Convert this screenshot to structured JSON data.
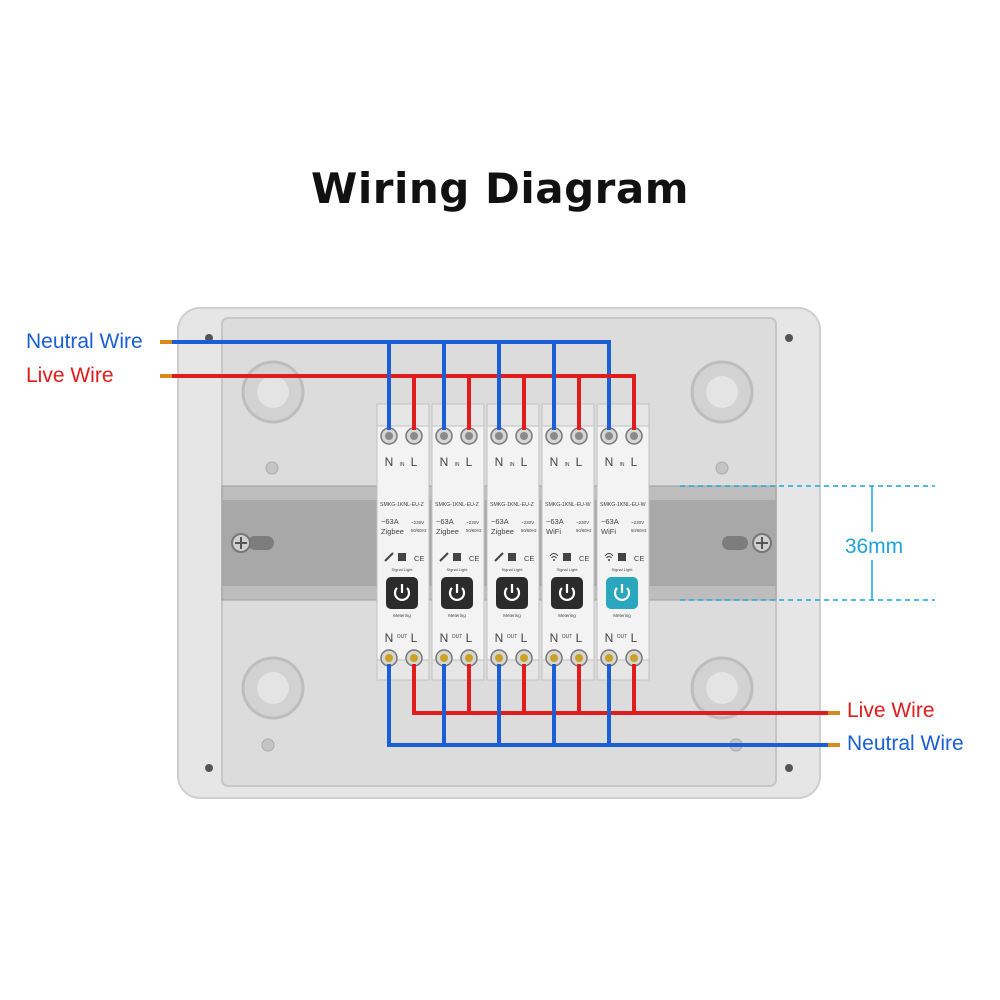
{
  "title": "Wiring Diagram",
  "labels": {
    "neutral_in": "Neutral Wire",
    "live_in": "Live Wire",
    "live_out": "Live Wire",
    "neutral_out": "Neutral Wire"
  },
  "dimension": "36mm",
  "colors": {
    "neutral": "#1a5fd6",
    "live": "#e01c1c",
    "dimension": "#1fa3d8",
    "enclosure": "#e3e3e3",
    "button_active": "#2aa6bf",
    "button_dark": "#2b2b2b"
  },
  "terminal_text": {
    "n": "N",
    "l": "L",
    "in": "IN",
    "out": "OUT"
  },
  "modules": [
    {
      "model": "SMKG-1KNL-EU-Z",
      "current": "~63A",
      "protocol": "Zigbee",
      "voltage": "~230V",
      "freq": "50/60Hz",
      "signal": "Signal Light",
      "metering": "Metering",
      "wifi_icon": false,
      "active": false
    },
    {
      "model": "SMKG-1KNL-EU-Z",
      "current": "~63A",
      "protocol": "Zigbee",
      "voltage": "~230V",
      "freq": "50/60Hz",
      "signal": "Signal Light",
      "metering": "Metering",
      "wifi_icon": false,
      "active": false
    },
    {
      "model": "SMKG-1KNL-EU-Z",
      "current": "~63A",
      "protocol": "Zigbee",
      "voltage": "~230V",
      "freq": "50/60Hz",
      "signal": "Signal Light",
      "metering": "Metering",
      "wifi_icon": false,
      "active": false
    },
    {
      "model": "SMKG-1KNL-EU-W",
      "current": "~63A",
      "protocol": "WiFi",
      "voltage": "~230V",
      "freq": "50/60Hz",
      "signal": "Signal Light",
      "metering": "Metering",
      "wifi_icon": true,
      "active": false
    },
    {
      "model": "SMKG-1KNL-EU-W",
      "current": "~63A",
      "protocol": "WiFi",
      "voltage": "~230V",
      "freq": "50/60Hz",
      "signal": "Signal Light",
      "metering": "Metering",
      "wifi_icon": true,
      "active": true
    }
  ]
}
